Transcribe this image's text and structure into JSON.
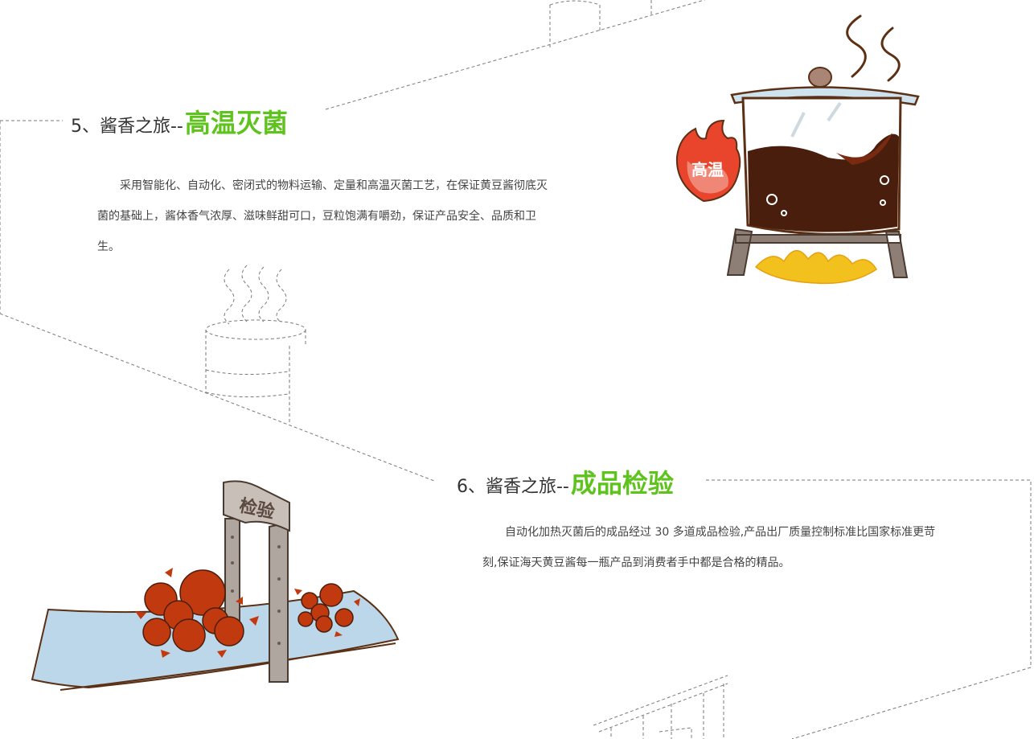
{
  "section5": {
    "prefix": "5、酱香之旅--",
    "title": "高温灭菌",
    "body": "采用智能化、自动化、密闭式的物料运输、定量和高温灭菌工艺，在保证黄豆酱彻底灭菌的基础上，酱体香气浓厚、滋味鲜甜可口，豆粒饱满有嚼劲，保证产品安全、品质和卫生。",
    "badge": "高温"
  },
  "section6": {
    "prefix": "6、酱香之旅--",
    "title": "成品检验",
    "body": "自动化加热灭菌后的成品经过 30 多道成品检验,产品出厂质量控制标准比国家标准更苛刻,保证海天黄豆酱每一瓶产品到消费者手中都是合格的精品。",
    "gate_sign": "检验"
  },
  "colors": {
    "accent_green": "#5ec31d",
    "sauce_brown": "#4a1e0c",
    "bean_red": "#c0390f",
    "belt_blue": "#bcd7ea",
    "flame_red": "#e8452c",
    "flame_yellow": "#f3c11d"
  }
}
